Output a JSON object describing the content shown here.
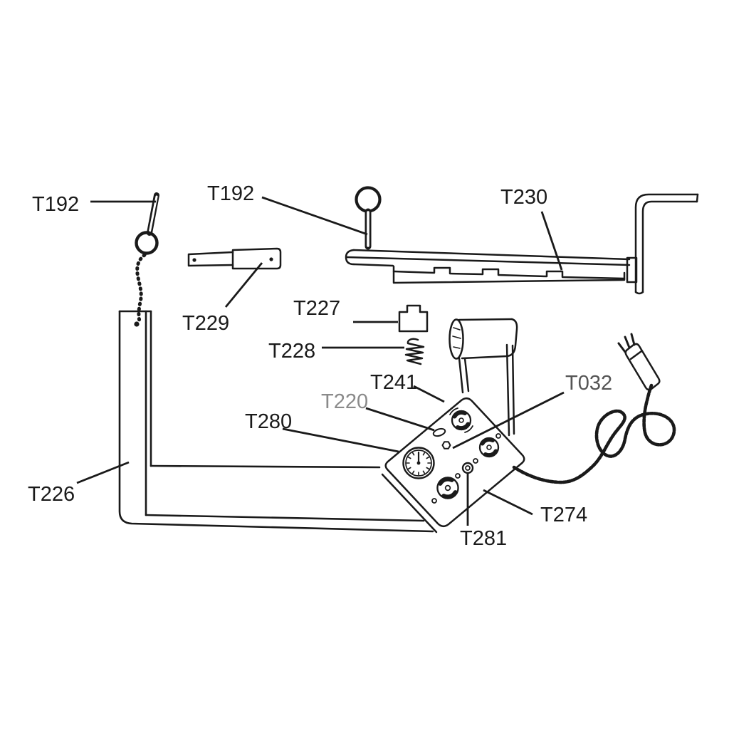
{
  "diagram": {
    "type": "exploded-parts-diagram",
    "background_color": "#ffffff",
    "ink_color": "#1a1a1a",
    "muted_label_color": "#8a8a8a",
    "secondary_label_color": "#555555",
    "labels": {
      "t192_top_left": "T192",
      "t192_center": "T192",
      "t230": "T230",
      "t229": "T229",
      "t227": "T227",
      "t228": "T228",
      "t241": "T241",
      "t220": "T220",
      "t032": "T032",
      "t280": "T280",
      "t226": "T226",
      "t274": "T274",
      "t281": "T281"
    },
    "parts": [
      {
        "code": "T192",
        "icon": "pin-with-ring-and-chain-icon"
      },
      {
        "code": "T192",
        "icon": "pin-with-ring-icon"
      },
      {
        "code": "T230",
        "icon": "notched-bar-with-handle-icon"
      },
      {
        "code": "T229",
        "icon": "shaft-sleeve-icon"
      },
      {
        "code": "T227",
        "icon": "switch-block-icon"
      },
      {
        "code": "T228",
        "icon": "spring-icon"
      },
      {
        "code": "T241",
        "icon": "panel-knob-icon"
      },
      {
        "code": "T220",
        "icon": "indicator-light-icon"
      },
      {
        "code": "T032",
        "icon": "hex-nut-icon"
      },
      {
        "code": "T280",
        "icon": "control-panel-icon"
      },
      {
        "code": "T226",
        "icon": "l-frame-icon"
      },
      {
        "code": "T274",
        "icon": "power-cord-icon"
      },
      {
        "code": "T281",
        "icon": "small-knob-icon"
      }
    ]
  }
}
